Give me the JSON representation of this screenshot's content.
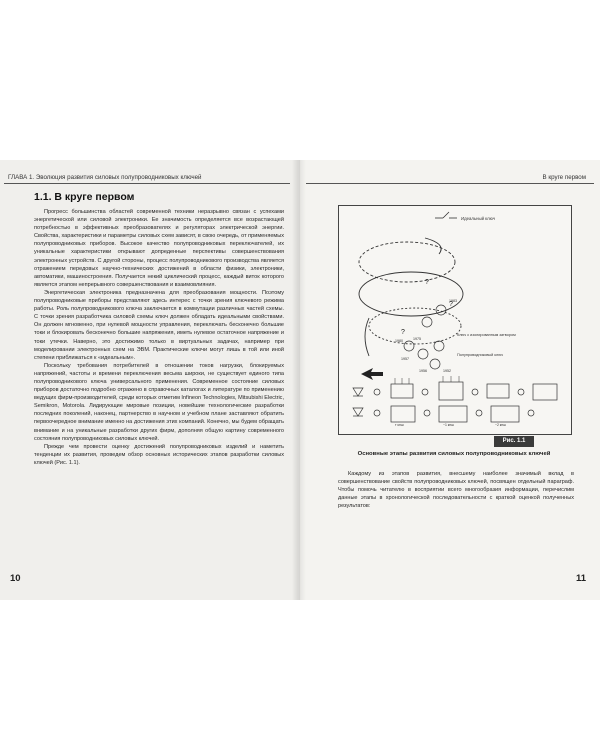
{
  "left_page": {
    "running_head": "ГЛАВА 1. Эволюция развития силовых полупроводниковых ключей",
    "section_title": "1.1. В круге первом",
    "paragraphs": [
      "Прогресс большинства областей современной техники неразрывно связан с успехами энергетической или силовой электроники. Ее значимость определяется все возрастающей потребностью в эффективных преобразователях и регуляторах электрической энергии. Свойства, характеристики и параметры силовых схем зависят, в свою очередь, от применяемых полупроводниковых приборов. Высокое качество полупроводниковых переключателей, их уникальные характеристики открывают допреденные перспективы совершенствования электронных устройств. С другой стороны, процесс полупроводникового производства является отражением передовых научно-технических достижений в области физики, электроники, автоматики, машиностроения. Получается некий циклический процесс, каждый виток которого является этапом непрерывного совершенствования и взаимовлияния.",
      "Энергетическая электроника предназначена для преобразования мощности. Поэтому полупроводниковые приборы представляют здесь интерес с точки зрения ключевого режима работы. Роль полупроводникового ключа заключается в коммутации различных частей схемы. С точки зрения разработчика силовой схемы ключ должен обладать идеальными свойствами. Он должен мгновенно, при нулевой мощности управления, переключать бесконечно большие токи и блокировать бесконечно большие напряжения, иметь нулевое остаточное напряжение и токи утечки. Наверно, это достижимо только в виртуальных задачах, например при моделировании электронных схем на ЭВМ. Практические ключи могут лишь в той или иной степени приближаться к «идеальным».",
      "Поскольку требования потребителей в отношении токов нагрузки, блокируемых напряжений, частоты и времени переключения весьма широки, не существует единого типа полупроводникового ключа универсального применения. Современное состояние силовых приборов достаточно подробно отражено в справочных каталогах и литературе по применению ведущих фирм-производителей, среди которых отметим Infineon Technologies, Mitsubishi Electric, Semikron, Motorola. Лидирующие мировые позиции, новейшие технологические разработки последних поколений, наконец, партнерство в научном и учебном плане заставляют обратить первоочередное внимание именно на достижения этих компаний. Конечно, мы будем обращать внимание и на уникальные разработки других фирм, дополняя общую картину современного состояния полупроводниковых силовых ключей.",
      "Прежде чем провести оценку достижений полупроводниковых изделий и наметить тенденции их развития, проведем обзор основных исторических этапов разработки силовых ключей (Рис. 1.1)."
    ],
    "page_number": "10"
  },
  "right_page": {
    "running_head": "В круге первом",
    "figure": {
      "label": "Рис. 1.1",
      "caption": "Основные этапы развития силовых полупроводниковых ключей",
      "annotations": {
        "ideal_key": "Идеальный ключ",
        "questions": [
          "?",
          "?",
          "?"
        ],
        "bipolar_with_iso_gate": "Ключ с изолированным затвором",
        "semiconductor_key": "Полупроводниковый ключ",
        "years": [
          "1983",
          "1980",
          "1975",
          "1957",
          "1956",
          "1952"
        ],
        "thyristor_labels": [
          "т кнш",
          "~1 кнш",
          "~2 кнш"
        ]
      }
    },
    "paragraphs": [
      "Каждому из этапов развития, внесшему наиболее значимый вклад в совершенствование свойств полупроводниковых ключей, посвящен отдельный параграф. Чтобы помочь читателю в восприятии всего многообразия информации, перечислим данные этапы в хронологической последовательности с краткой оценкой полученных результатов:"
    ],
    "page_number": "11"
  }
}
